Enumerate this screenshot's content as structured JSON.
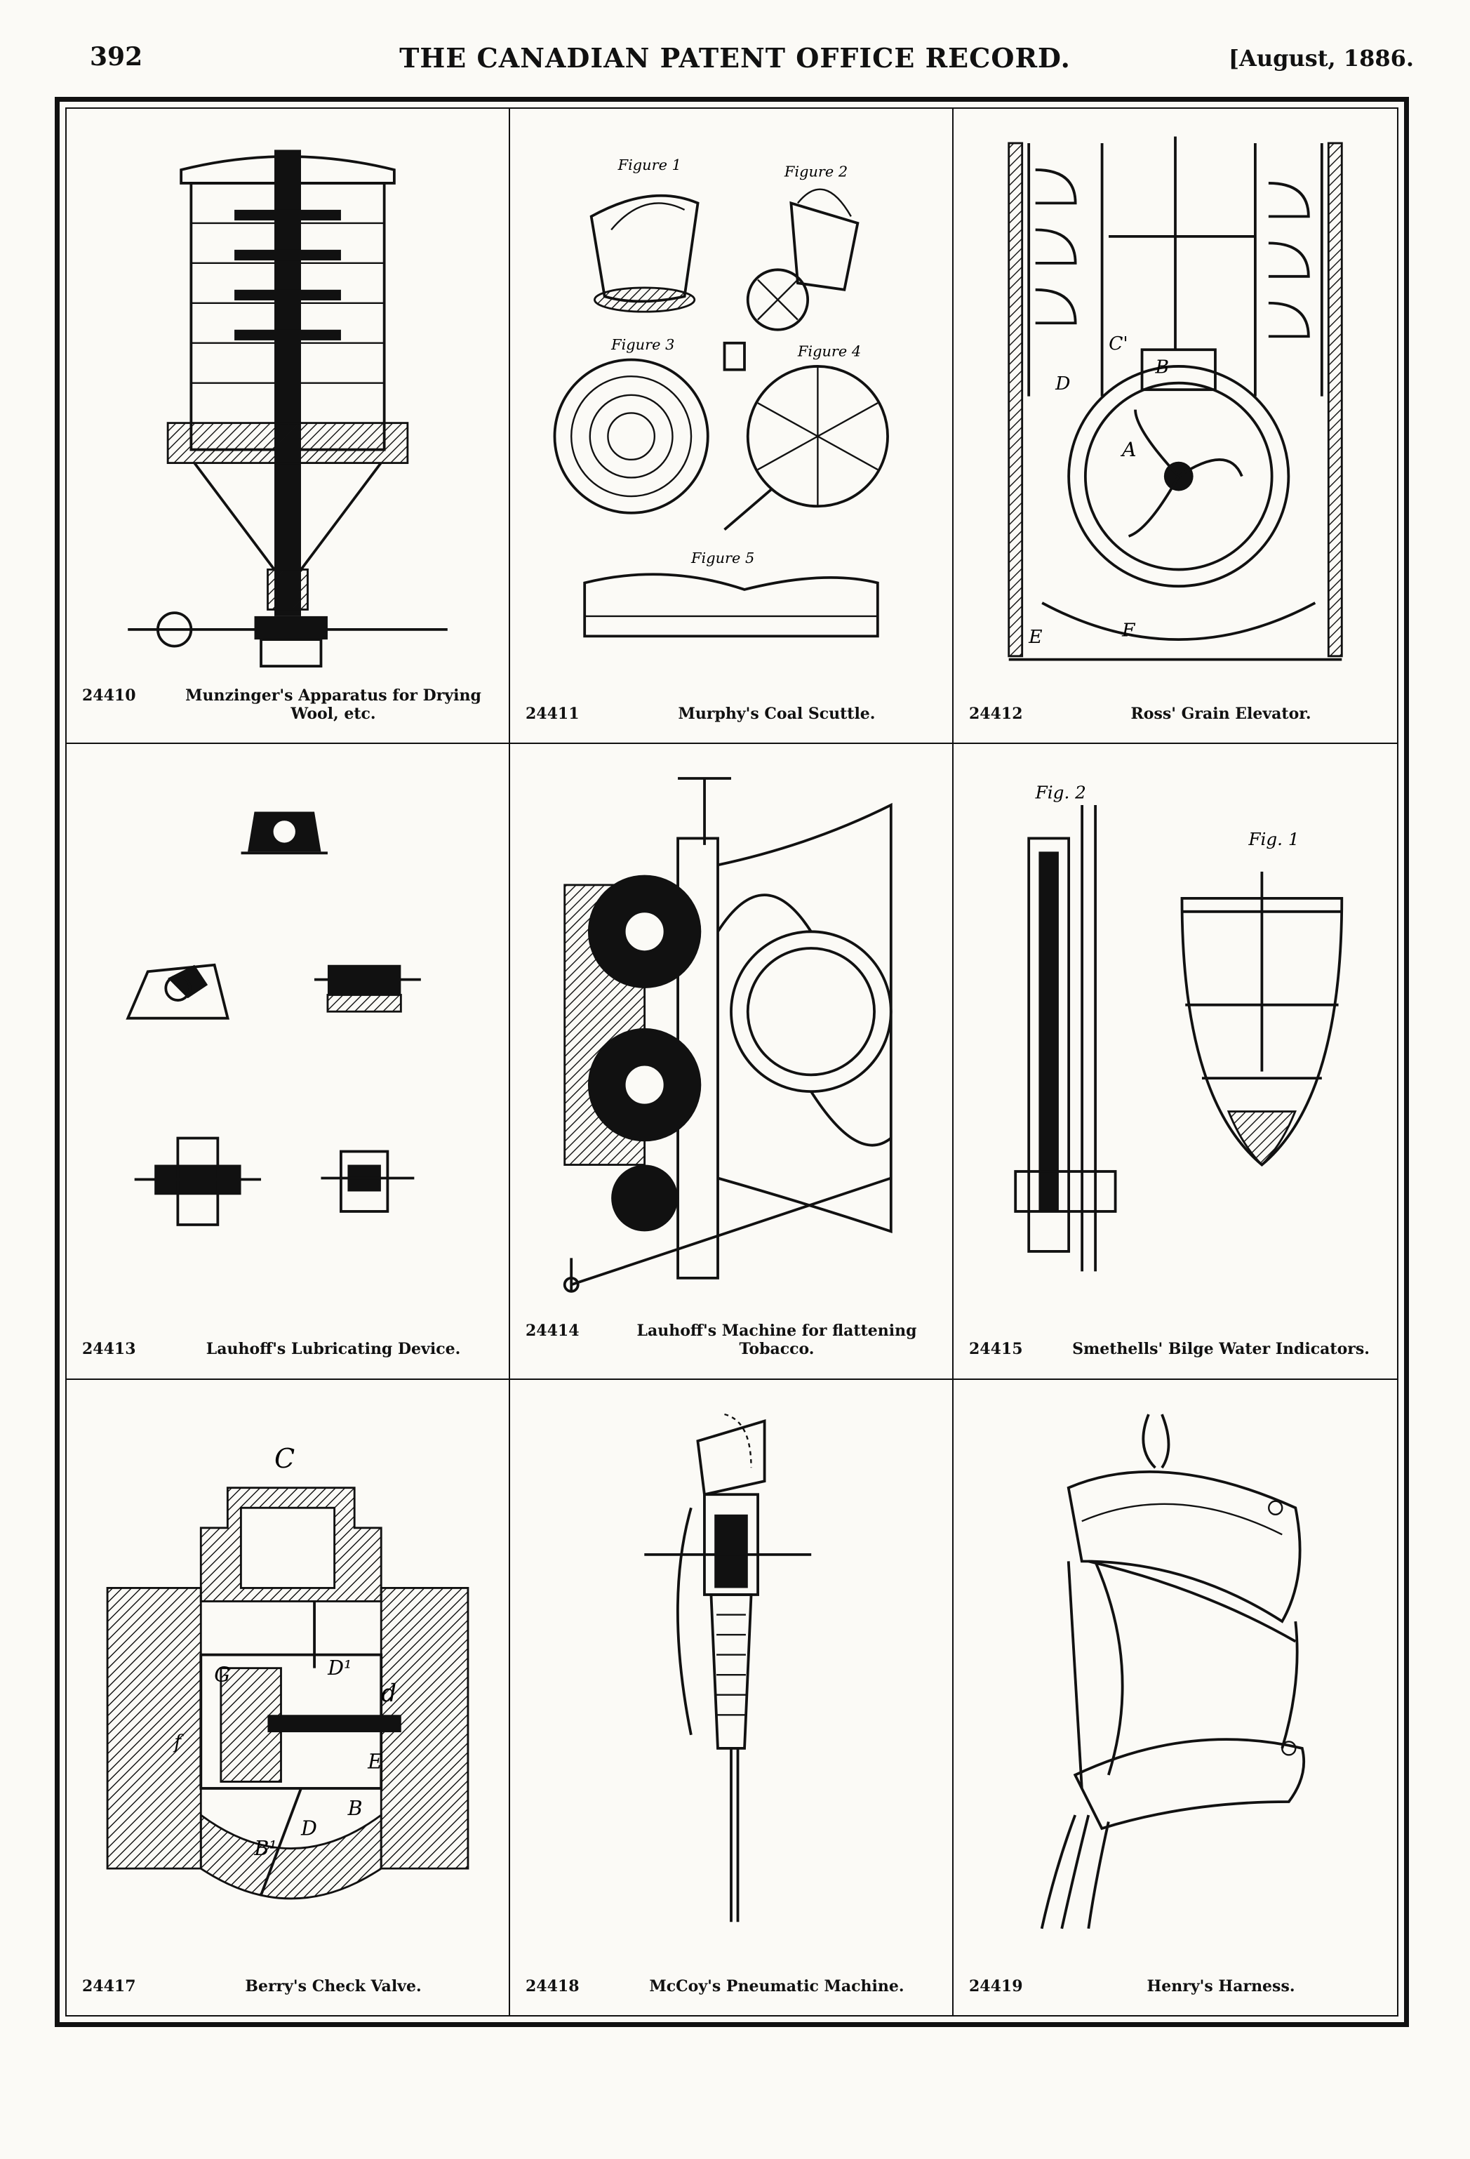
{
  "header": {
    "page_number": "392",
    "journal_title": "THE CANADIAN PATENT OFFICE RECORD.",
    "issue_date": "[August, 1886."
  },
  "figures": [
    {
      "number": "24410",
      "title": "Munzinger's Apparatus for Drying Wool, etc."
    },
    {
      "number": "24411",
      "title": "Murphy's Coal Scuttle."
    },
    {
      "number": "24412",
      "title": "Ross' Grain Elevator."
    },
    {
      "number": "24413",
      "title": "Lauhoff's Lubricating Device."
    },
    {
      "number": "24414",
      "title": "Lauhoff's Machine for flattening Tobacco."
    },
    {
      "number": "24415",
      "title": "Smethells' Bilge Water Indicators."
    },
    {
      "number": "24417",
      "title": "Berry's Check Valve."
    },
    {
      "number": "24418",
      "title": "McCoy's Pneumatic Machine."
    },
    {
      "number": "24419",
      "title": "Henry's Harness."
    }
  ],
  "drawing_labels": {
    "scuttle_fig1": "Figure 1",
    "scuttle_fig2": "Figure 2",
    "scuttle_fig3": "Figure 3",
    "scuttle_fig4": "Figure 4",
    "scuttle_fig5": "Figure 5",
    "elevator_b": "B",
    "elevator_a": "A",
    "elevator_d": "D",
    "elevator_c": "C'",
    "elevator_e": "E",
    "elevator_f": "F",
    "bilge_fig2": "Fig. 2",
    "bilge_fig1": "Fig. 1",
    "valve_c": "C",
    "valve_g": "G",
    "valve_d1": "D¹",
    "valve_d": "d",
    "valve_e": "E",
    "valve_b": "B",
    "valve_b1": "B¹",
    "valve_dd": "D",
    "valve_f": "f"
  }
}
